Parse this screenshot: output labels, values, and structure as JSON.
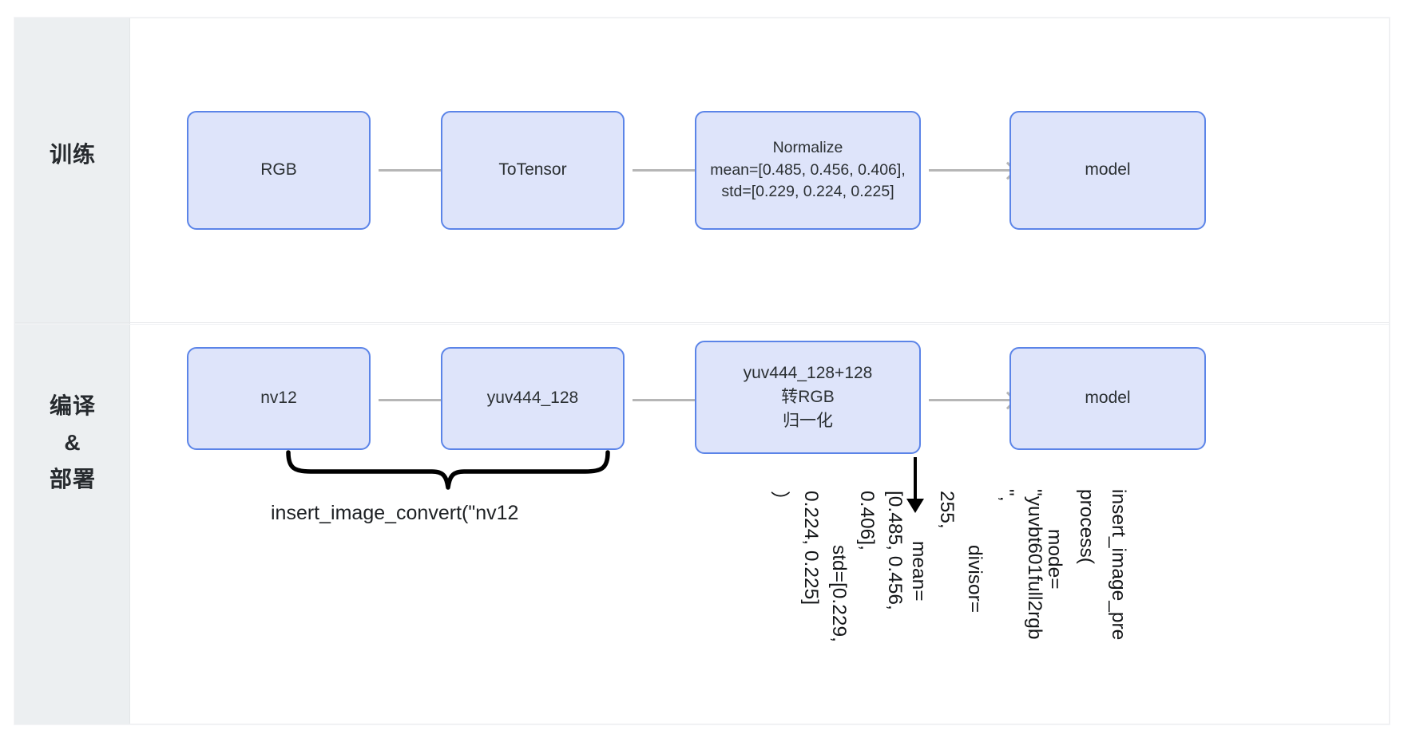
{
  "diagram": {
    "title_rows": [
      {
        "id": "train",
        "label": "训练"
      },
      {
        "id": "deploy",
        "label": "编译\n&\n部署"
      }
    ],
    "rows": [
      {
        "id": "training-pipeline",
        "sidebar_label": "训练",
        "nodes": [
          {
            "id": "rgb",
            "label": "RGB"
          },
          {
            "id": "totensor",
            "label": "ToTensor"
          },
          {
            "id": "normalize",
            "label": "Normalize\nmean=[0.485, 0.456, 0.406],\nstd=[0.229, 0.224, 0.225]"
          },
          {
            "id": "model",
            "label": "model"
          }
        ],
        "arrows": [
          "arrow-right",
          "arrow-right",
          "arrow-right"
        ]
      },
      {
        "id": "deploy-pipeline",
        "sidebar_label": "编译 & 部署",
        "nodes": [
          {
            "id": "nv12",
            "label": "nv12"
          },
          {
            "id": "yuv444-128",
            "label": "yuv444_128"
          },
          {
            "id": "yuv-to-rgb",
            "label": "yuv444_128+128\n转RGB\n归一化"
          },
          {
            "id": "model2",
            "label": "model"
          }
        ],
        "arrows": [
          "arrow-right",
          "arrow-right",
          "arrow-right"
        ],
        "brace_caption": "insert_image_convert(\"nv12",
        "down_arrow": "arrow-down"
      }
    ],
    "callout_rotated": {
      "id": "insert-image-preprocess-callout",
      "lines": [
        "insert_image_pre",
        "process(",
        "mode=",
        "\"yuvbt601full2rgb",
        "\",",
        "divisor=",
        "255,",
        "mean=",
        "[0.485, 0.456,",
        "0.406],",
        "std=[0.229,",
        "0.224, 0.225]",
        "）"
      ]
    },
    "colors": {
      "node_fill": "#dee4fa",
      "node_border": "#5b84e8",
      "sidebar_bg": "#eceff1",
      "arrow_gray": "#b6b6b6",
      "arrow_black": "#000000",
      "text": "#2b3033",
      "frame_border": "#eceef0"
    }
  }
}
